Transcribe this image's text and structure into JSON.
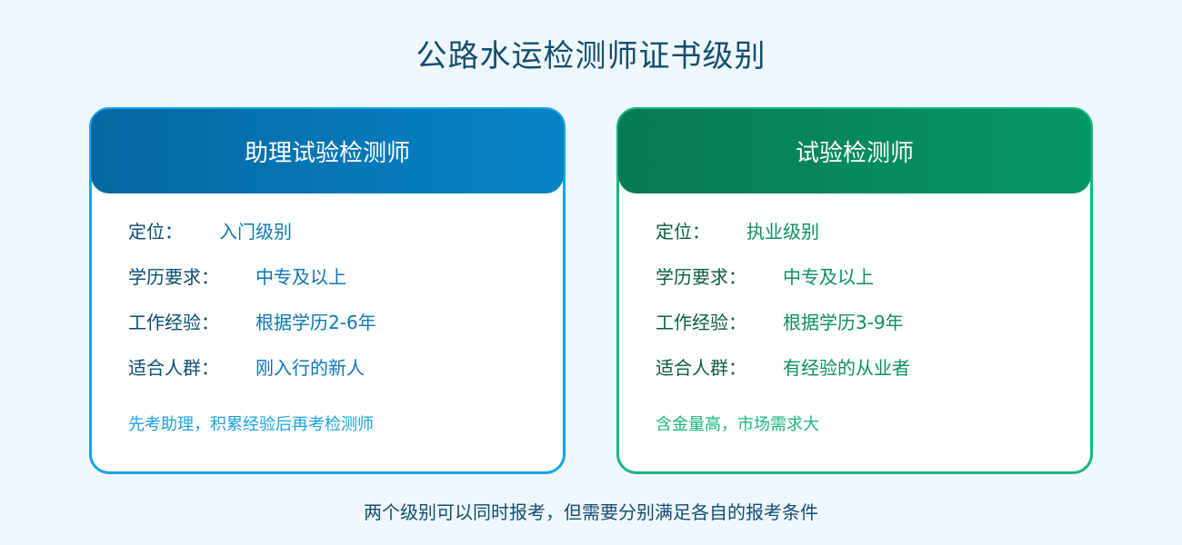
{
  "title": "公路水运检测师证书级别",
  "colors": {
    "background": "#eff7fe",
    "title": "#134e6f",
    "blue_border": "#16a5e6",
    "blue_header_start": "#0568a2",
    "blue_header_end": "#0784c7",
    "green_border": "#15b881",
    "green_header_start": "#077955",
    "green_header_end": "#079867"
  },
  "cards": [
    {
      "header": "助理试验检测师",
      "theme": "blue",
      "rows": [
        {
          "label": "定位：",
          "value": "入门级别"
        },
        {
          "label": "学历要求：",
          "value": "中专及以上"
        },
        {
          "label": "工作经验：",
          "value": "根据学历2-6年"
        },
        {
          "label": "适合人群：",
          "value": "刚入行的新人"
        }
      ],
      "note": "先考助理，积累经验后再考检测师"
    },
    {
      "header": "试验检测师",
      "theme": "green",
      "rows": [
        {
          "label": "定位：",
          "value": "执业级别"
        },
        {
          "label": "学历要求：",
          "value": "中专及以上"
        },
        {
          "label": "工作经验：",
          "value": "根据学历3-9年"
        },
        {
          "label": "适合人群：",
          "value": "有经验的从业者"
        }
      ],
      "note": "含金量高，市场需求大"
    }
  ],
  "footer": "两个级别可以同时报考，但需要分别满足各自的报考条件"
}
